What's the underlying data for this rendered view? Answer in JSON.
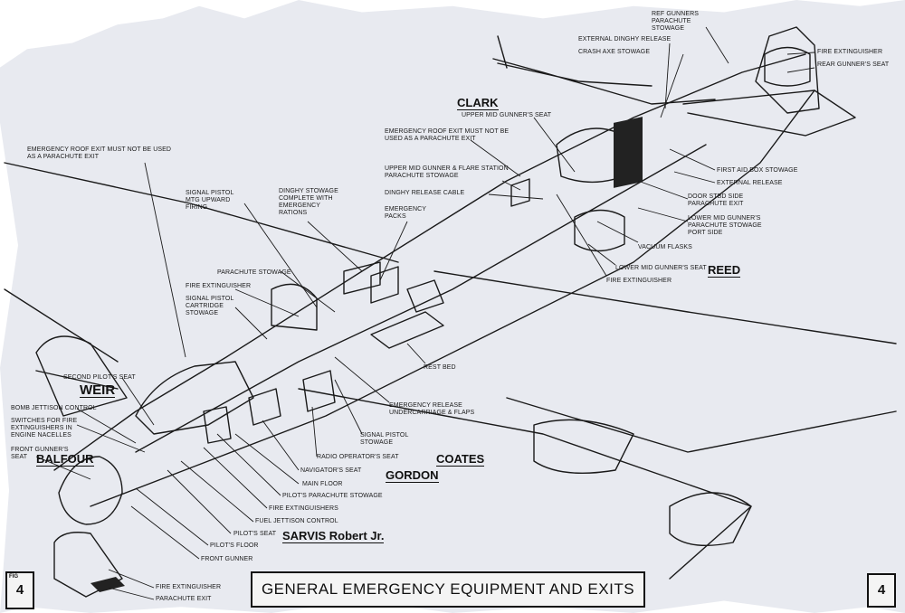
{
  "title": "GENERAL EMERGENCY EQUIPMENT AND EXITS",
  "figure": {
    "prefix": "FIG",
    "number": "4"
  },
  "crew_names": {
    "clark": "CLARK",
    "reed": "REED",
    "weir": "WEIR",
    "balfour": "BALFOUR",
    "coates": "COATES",
    "gordon": "GORDON",
    "sarvis": "SARVIS Robert Jr."
  },
  "labels": {
    "rear_gunners_parachute": "REF GUNNERS PARACHUTE STOWAGE",
    "external_dinghy_release": "EXTERNAL DINGHY RELEASE",
    "crash_axe": "CRASH AXE STOWAGE",
    "fire_extinguisher_rear": "FIRE EXTINGUISHER",
    "rear_gunners_seat": "REAR GUNNER'S SEAT",
    "upper_mid_gunners_seat": "UPPER MID GUNNER'S SEAT",
    "roof_exit_mid": "EMERGENCY ROOF EXIT MUST NOT BE USED AS A PARACHUTE EXIT",
    "first_aid": "FIRST AID BOX STOWAGE",
    "external_release": "EXTERNAL RELEASE",
    "door_exit": "DOOR STBD SIDE PARACHUTE EXIT",
    "lower_mid_parachute": "LOWER MID GUNNER'S PARACHUTE STOWAGE PORT SIDE",
    "vacuum_flasks": "VACUUM FLASKS",
    "lower_mid_seat": "LOWER MID GUNNER'S SEAT",
    "fire_extinguisher_mid": "FIRE EXTINGUISHER",
    "upper_mid_flare": "UPPER MID GUNNER & FLARE STATION PARACHUTE STOWAGE",
    "dinghy_release_cable": "DINGHY RELEASE CABLE",
    "emergency_packs": "EMERGENCY PACKS",
    "roof_exit_front": "EMERGENCY ROOF EXIT MUST NOT BE USED AS A PARACHUTE EXIT",
    "signal_pistol_mtg": "SIGNAL PISTOL MTG UPWARD FIRING",
    "dinghy_stowage": "DINGHY STOWAGE COMPLETE WITH EMERGENCY RATIONS",
    "parachute_stowage": "PARACHUTE STOWAGE",
    "fire_extinguisher_front": "FIRE EXTINGUISHER",
    "signal_cartridge": "SIGNAL PISTOL CARTRIDGE STOWAGE",
    "rest_bed": "REST BED",
    "emergency_release": "EMERGENCY RELEASE UNDERCARRIAGE & FLAPS",
    "signal_pistol_stowage": "SIGNAL PISTOL STOWAGE",
    "second_pilot_seat": "SECOND PILOT'S SEAT",
    "bomb_jettison": "BOMB JETTISON CONTROL",
    "fire_switches": "SWITCHES FOR FIRE EXTINGUISHERS IN ENGINE NACELLES",
    "front_gunners_seat": "FRONT GUNNER'S SEAT",
    "radio_operator_seat": "RADIO OPERATOR'S SEAT",
    "navigators_seat": "NAVIGATOR'S SEAT",
    "main_floor": "MAIN FLOOR",
    "pilots_parachute": "PILOT'S PARACHUTE STOWAGE",
    "fire_extinguishers": "FIRE EXTINGUISHERS",
    "fuel_jettison": "FUEL JETTISON CONTROL",
    "pilots_seat": "PILOT'S SEAT",
    "pilots_floor": "PILOT'S FLOOR",
    "front_gunner": "FRONT GUNNER",
    "fire_extinguisher_nose": "FIRE EXTINGUISHER",
    "parachute_exit": "PARACHUTE EXIT"
  },
  "colors": {
    "paper": "#e8eaf0",
    "ink": "#111111"
  }
}
